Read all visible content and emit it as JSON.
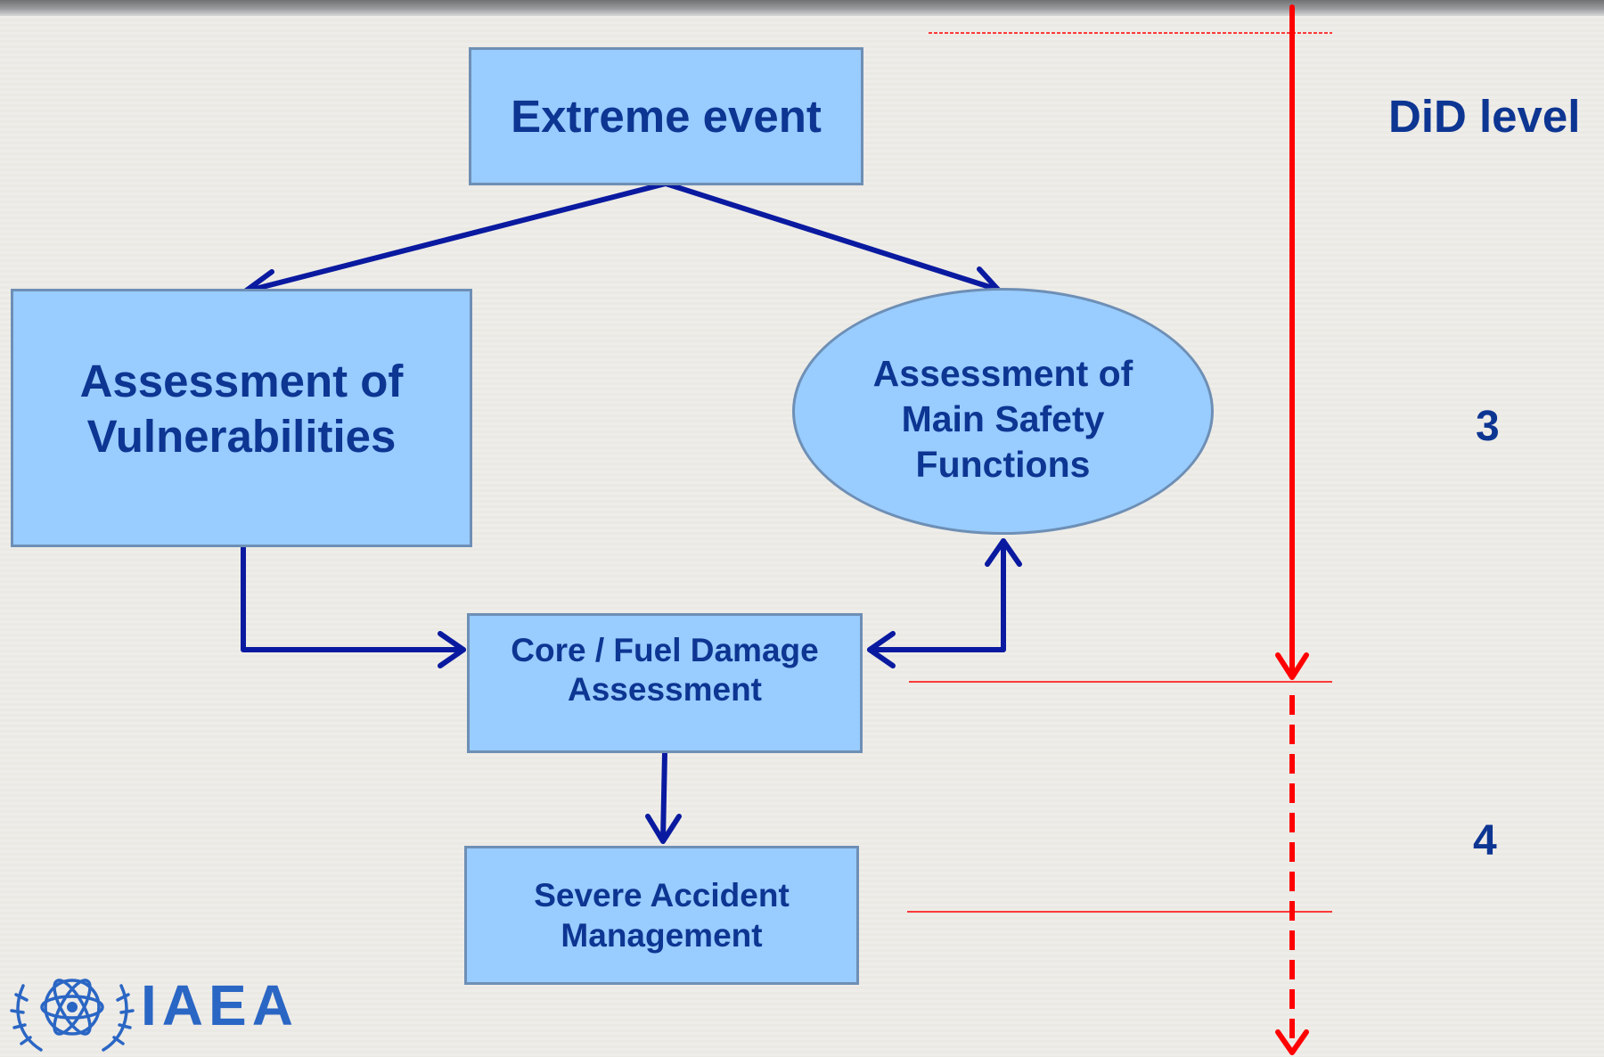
{
  "nodes": {
    "extreme_event": "Extreme event",
    "vulnerabilities": "Assessment of\nVulnerabilities",
    "main_safety": "Assessment of\nMain Safety\nFunctions",
    "core_fuel": "Core  / Fuel Damage\nAssessment",
    "severe_accident": "Severe Accident\nManagement"
  },
  "did": {
    "heading": "DiD level",
    "level_3": "3",
    "level_4": "4"
  },
  "logo": {
    "text": "IAEA"
  },
  "colors": {
    "box_fill": "#99ccff",
    "box_border": "#6e8fb5",
    "text": "#0d3592",
    "arrow": "#0a1aa0",
    "did_arrow": "#ff0000",
    "logo": "#2a66c4"
  },
  "icons": {
    "logo_emblem": "iaea-emblem-icon"
  }
}
